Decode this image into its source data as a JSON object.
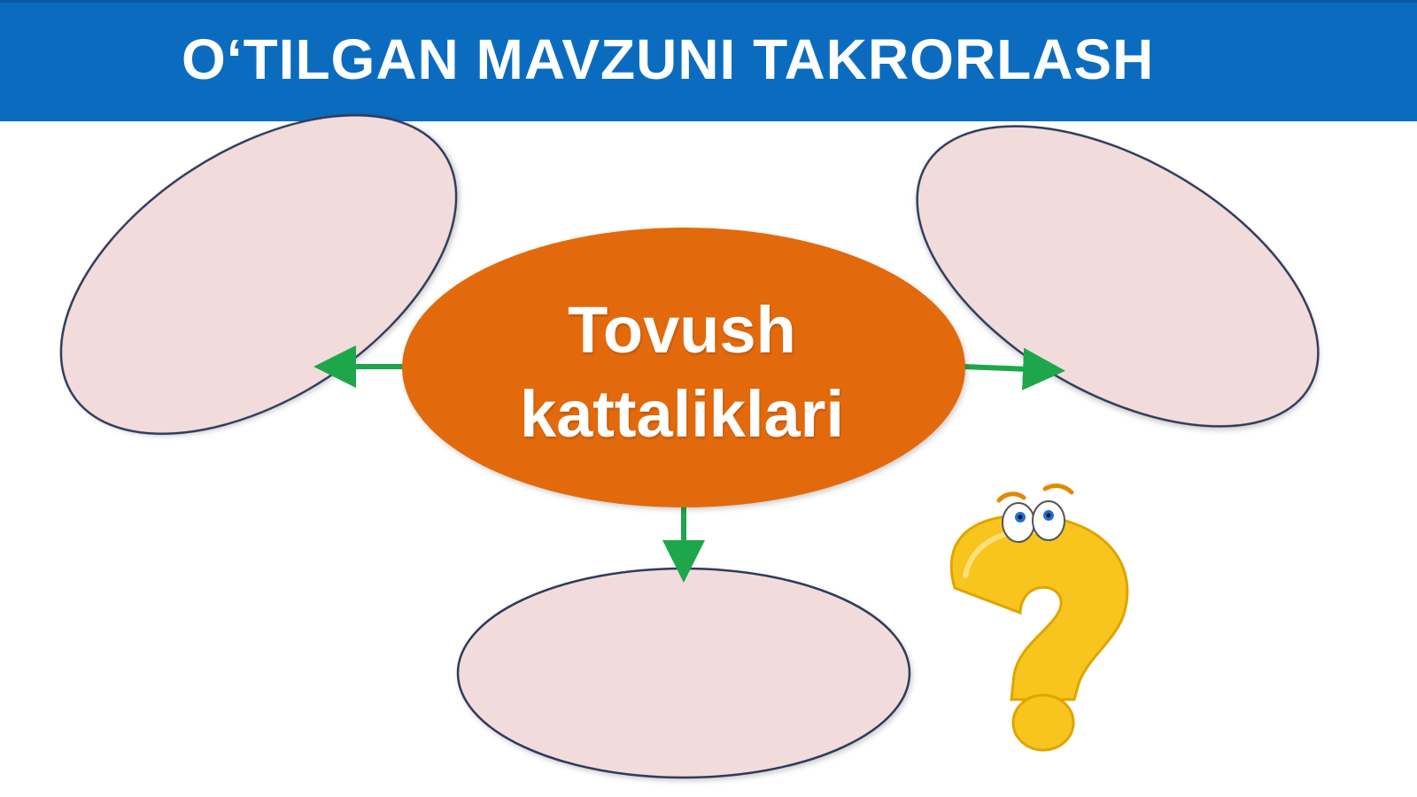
{
  "header": {
    "title": "O‘TILGAN MAVZUNI TAKRORLASH"
  },
  "diagram": {
    "center": {
      "line1": "Tovush",
      "line2": "kattaliklari"
    },
    "empty_nodes": [
      "left-node",
      "right-node",
      "bottom-node"
    ]
  },
  "colors": {
    "header_bg": "#0b6cbf",
    "header_text": "#ffffff",
    "center_fill": "#e26b10",
    "node_fill": "#f2dcdb",
    "node_stroke": "#2e3b5c",
    "arrow": "#1ea64b",
    "question_mark": "#f7c51e"
  },
  "icons": {
    "mascot": "question-mark-character-icon"
  }
}
